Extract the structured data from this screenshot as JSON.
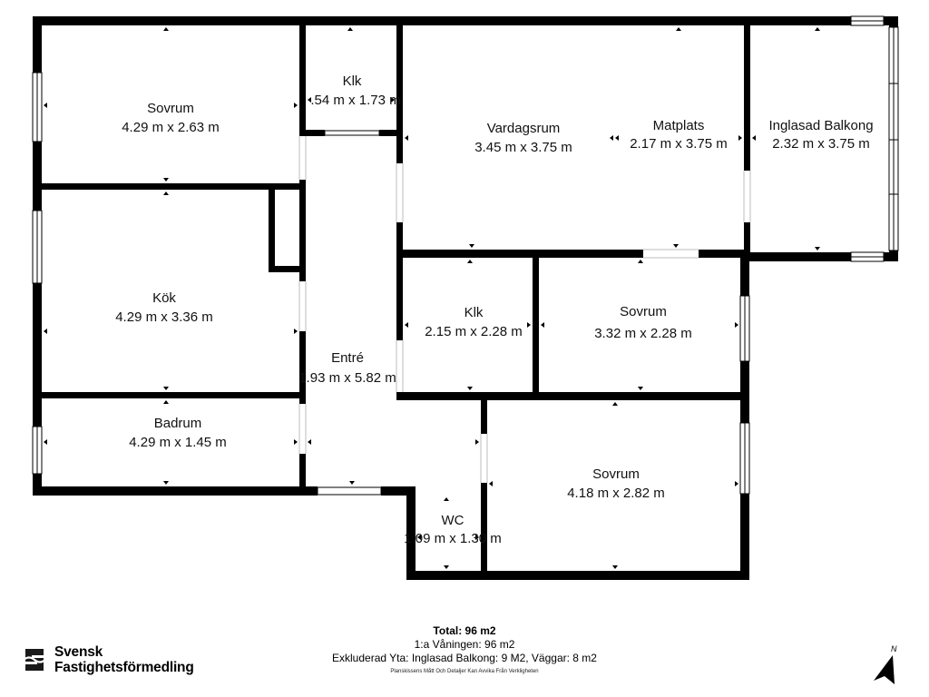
{
  "colors": {
    "wall": "#000000",
    "window": "#ffffff",
    "background": "#ffffff",
    "text": "#111111"
  },
  "rooms": [
    {
      "id": "sovrum-1",
      "name": "Sovrum",
      "size": "4.29 m x 2.63 m"
    },
    {
      "id": "klk-1",
      "name": "Klk",
      "size": ".54 m x 1.73 m"
    },
    {
      "id": "vardagsrum",
      "name": "Vardagsrum",
      "size": "3.45 m x 3.75 m"
    },
    {
      "id": "matplats",
      "name": "Matplats",
      "size": "2.17 m x 3.75 m"
    },
    {
      "id": "inglasad-balkong",
      "name": "Inglasad Balkong",
      "size": "2.32 m x 3.75 m"
    },
    {
      "id": "kok",
      "name": "Kök",
      "size": "4.29 m x 3.36 m"
    },
    {
      "id": "klk-2",
      "name": "Klk",
      "size": "2.15 m x 2.28 m"
    },
    {
      "id": "sovrum-2",
      "name": "Sovrum",
      "size": "3.32 m x 2.28 m"
    },
    {
      "id": "entre",
      "name": "Entré",
      "size": "1.93 m x 5.82 m"
    },
    {
      "id": "badrum",
      "name": "Badrum",
      "size": "4.29 m x 1.45 m"
    },
    {
      "id": "sovrum-3",
      "name": "Sovrum",
      "size": "4.18 m x 2.82 m"
    },
    {
      "id": "wc",
      "name": "WC",
      "size": "1.09 m x 1.30 m"
    }
  ],
  "summary": {
    "total": "Total: 96 m2",
    "floor": "1:a Våningen: 96 m2",
    "excluded": "Exkluderad Yta: Inglasad Balkong: 9 M2, Väggar: 8 m2",
    "disclaimer": "Planskissens Mått Och Detaljer Kan Avvika Från Verkligheten"
  },
  "logo": {
    "line1": "Svensk",
    "line2": "Fastighetsförmedling"
  },
  "compass": {
    "label": "N",
    "icon": "north-arrow-icon"
  }
}
